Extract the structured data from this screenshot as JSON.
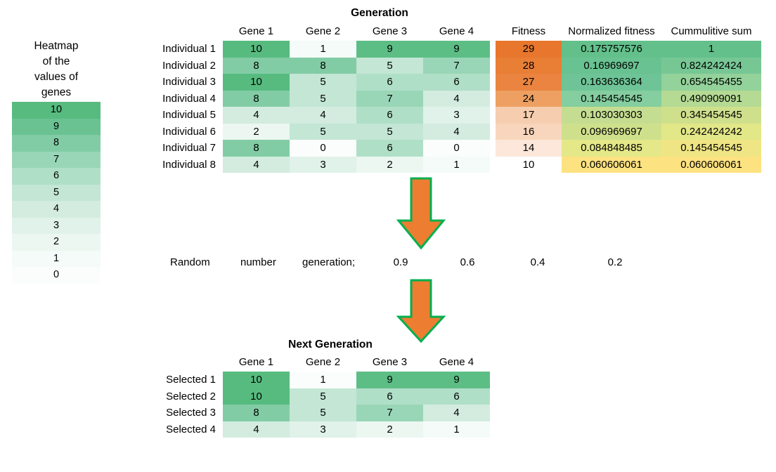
{
  "legend": {
    "caption_lines": [
      "Heatmap",
      "of the",
      "values of",
      "genes"
    ],
    "values": [
      "10",
      "9",
      "8",
      "7",
      "6",
      "5",
      "4",
      "3",
      "2",
      "1",
      "0"
    ],
    "colors": [
      "#57bb7f",
      "#6ac292",
      "#82cca5",
      "#99d6b7",
      "#b0dfc8",
      "#c3e6d5",
      "#d3ecdf",
      "#e0f2e9",
      "#ecf7f1",
      "#f4fbf8",
      "#fbfdfc"
    ]
  },
  "generation": {
    "title": "Generation",
    "gene_headers": [
      "Gene 1",
      "Gene 2",
      "Gene 3",
      "Gene 4"
    ],
    "metric_headers": [
      "Fitness",
      "Normalized fitness",
      "Cummulitive sum"
    ],
    "row_labels": [
      "Individual 1",
      "Individual 2",
      "Individual 3",
      "Individual 4",
      "Individual 5",
      "Individual 6",
      "Individual 7",
      "Individual 8"
    ],
    "genes": [
      [
        10,
        1,
        9,
        9
      ],
      [
        8,
        8,
        5,
        7
      ],
      [
        10,
        5,
        6,
        6
      ],
      [
        8,
        5,
        7,
        4
      ],
      [
        4,
        4,
        6,
        3
      ],
      [
        2,
        5,
        5,
        4
      ],
      [
        8,
        0,
        6,
        0
      ],
      [
        4,
        3,
        2,
        1
      ]
    ],
    "fitness": [
      29,
      28,
      27,
      24,
      17,
      16,
      14,
      10
    ],
    "normalized_fitness": [
      "0.175757576",
      "0.16969697",
      "0.163636364",
      "0.145454545",
      "0.103030303",
      "0.096969697",
      "0.084848485",
      "0.060606061"
    ],
    "cumulative_sum": [
      "1",
      "0.824242424",
      "0.654545455",
      "0.490909091",
      "0.345454545",
      "0.242424242",
      "0.145454545",
      "0.060606061"
    ],
    "gene_cell_colors": [
      [
        "#57bb7f",
        "#f4fbf8",
        "#5dbe85",
        "#5dbe85"
      ],
      [
        "#82cca5",
        "#82cca5",
        "#c3e6d5",
        "#99d6b7"
      ],
      [
        "#57bb7f",
        "#c3e6d5",
        "#b0dfc8",
        "#b0dfc8"
      ],
      [
        "#82cca5",
        "#c3e6d5",
        "#99d6b7",
        "#d3ecdf"
      ],
      [
        "#d3ecdf",
        "#d3ecdf",
        "#b0dfc8",
        "#e0f2e9"
      ],
      [
        "#ecf7f1",
        "#c3e6d5",
        "#c3e6d5",
        "#d3ecdf"
      ],
      [
        "#82cca5",
        "#fbfdfc",
        "#b0dfc8",
        "#fbfdfc"
      ],
      [
        "#d3ecdf",
        "#e0f2e9",
        "#ecf7f1",
        "#f4fbf8"
      ]
    ],
    "fitness_colors": [
      "#e8762c",
      "#e97e35",
      "#ea8440",
      "#eda061",
      "#f6cdaf",
      "#f8d6bd",
      "#fce7da",
      "#ffffff"
    ],
    "normalized_colors": [
      "#63c08b",
      "#69c291",
      "#6ec496",
      "#84ce9f",
      "#c5dd90",
      "#cfe08c",
      "#e4e888",
      "#fde281"
    ],
    "cumulative_colors": [
      "#63c08b",
      "#77c795",
      "#93d29a",
      "#b4da94",
      "#cfe08c",
      "#e2e788",
      "#f0e584",
      "#fde281"
    ]
  },
  "random": {
    "label_words": [
      "Random",
      "number",
      "generation;"
    ],
    "values": [
      "0.9",
      "0.6",
      "0.4",
      "0.2"
    ]
  },
  "next_generation": {
    "title": "Next Generation",
    "gene_headers": [
      "Gene 1",
      "Gene 2",
      "Gene 3",
      "Gene 4"
    ],
    "row_labels": [
      "Selected 1",
      "Selected 2",
      "Selected 3",
      "Selected 4"
    ],
    "genes": [
      [
        10,
        1,
        9,
        9
      ],
      [
        10,
        5,
        6,
        6
      ],
      [
        8,
        5,
        7,
        4
      ],
      [
        4,
        3,
        2,
        1
      ]
    ],
    "gene_cell_colors": [
      [
        "#57bb7f",
        "#fbfdfc",
        "#5dbe85",
        "#5dbe85"
      ],
      [
        "#57bb7f",
        "#c3e6d5",
        "#b0dfc8",
        "#b0dfc8"
      ],
      [
        "#82cca5",
        "#c3e6d5",
        "#99d6b7",
        "#d3ecdf"
      ],
      [
        "#d3ecdf",
        "#e0f2e9",
        "#ecf7f1",
        "#f4fbf8"
      ]
    ]
  },
  "arrows": {
    "fill": "#ed7d31",
    "stroke": "#00b050",
    "name": "down-arrow"
  }
}
